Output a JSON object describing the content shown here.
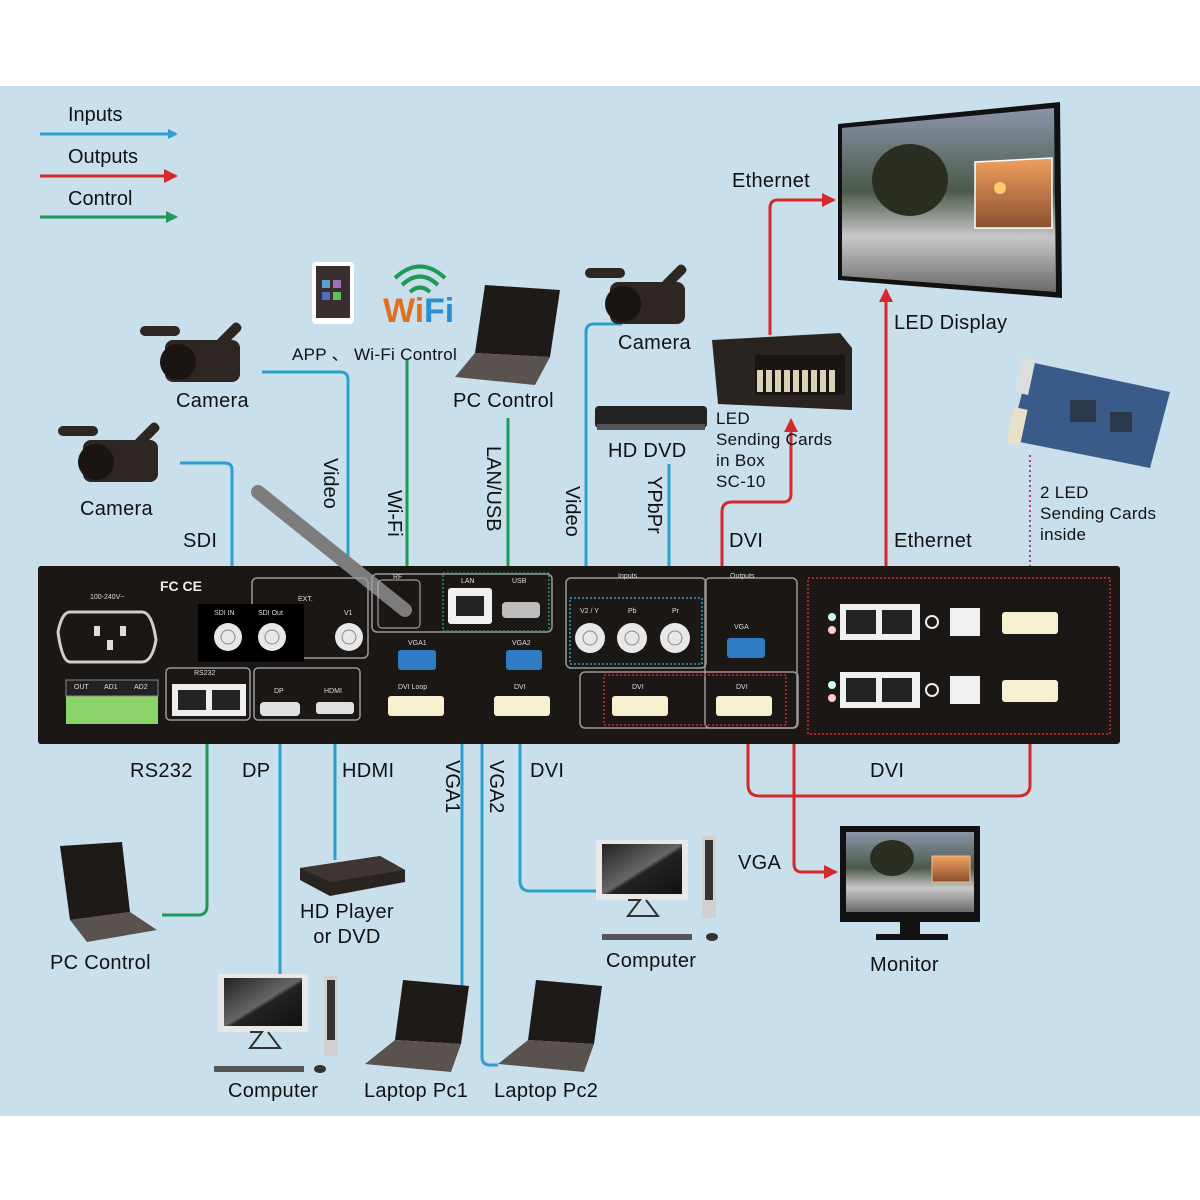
{
  "legend": {
    "items": [
      {
        "label": "Inputs",
        "color": "#2a9fd0"
      },
      {
        "label": "Outputs",
        "color": "#d42a2a"
      },
      {
        "label": "Control",
        "color": "#1e9a56"
      }
    ]
  },
  "colors": {
    "background": "#c9dfeb",
    "input_line": "#2a9fd0",
    "output_line": "#d42a2a",
    "control_line": "#1e9a56",
    "sending_card_link": "#c03090",
    "device_panel": "#1a1714"
  },
  "devices": {
    "camera_top": "Camera",
    "camera_left": "Camera",
    "camera_right": "Camera",
    "app_wifi": "APP 、 Wi-Fi Control",
    "wifi_logo": "WiFi",
    "pc_control_top": "PC Control",
    "hd_dvd": "HD DVD",
    "led_box": "LED\nSending Cards\nin Box\nSC-10",
    "led_display": "LED Display",
    "sending_cards": "2 LED\nSending Cards\ninside",
    "pc_control_bottom": "PC Control",
    "hd_player": "HD Player\nor DVD",
    "computer_bottom": "Computer",
    "laptop1": "Laptop Pc1",
    "laptop2": "Laptop Pc2",
    "computer_right": "Computer",
    "monitor": "Monitor"
  },
  "connections": {
    "sdi": "SDI",
    "video_left": "Video",
    "wifi": "Wi-Fi",
    "lan_usb": "LAN/USB",
    "video_right": "Video",
    "ypbpr": "YPbPr",
    "dvi_top": "DVI",
    "ethernet_top": "Ethernet",
    "ethernet_right": "Ethernet",
    "rs232": "RS232",
    "dp": "DP",
    "hdmi": "HDMI",
    "vga1": "VGA1",
    "vga2": "VGA2",
    "dvi_bottom": "DVI",
    "dvi_out": "DVI",
    "vga_out": "VGA"
  },
  "panel": {
    "power": "100-240V~",
    "ext": "EXT.",
    "sdi_in": "SDI IN",
    "sdi_out": "SDI Out",
    "v1": "V1",
    "rf": "RF",
    "lan": "LAN",
    "usb": "USB",
    "inputs": "Inputs",
    "outputs": "Outputs",
    "v2y": "V2 / Y",
    "pb": "Pb",
    "pr": "Pr",
    "vga1": "VGA1",
    "vga2": "VGA2",
    "dvi_loop": "DVI Loop",
    "dvi_in": "DVI",
    "dvi_out1": "DVI",
    "dvi_out2": "DVI",
    "vga_out": "VGA",
    "rs232": "RS232",
    "dp": "DP",
    "hdmi": "HDMI",
    "out": "OUT",
    "ad1": "AD1",
    "ad2": "AD2",
    "certs": "FC CE"
  }
}
